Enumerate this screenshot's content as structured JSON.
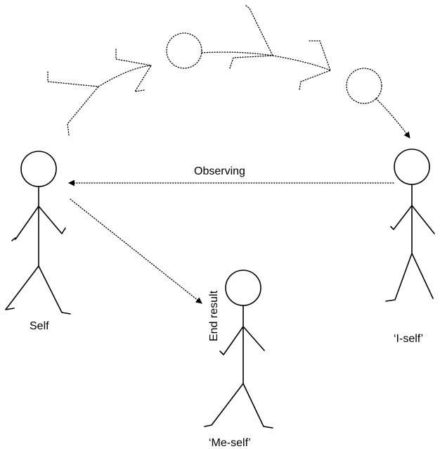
{
  "labels": {
    "self": "Self",
    "i_self": "‘I-self’",
    "me_self": "‘Me-self’",
    "observing": "Observing",
    "end_result": "End result"
  }
}
